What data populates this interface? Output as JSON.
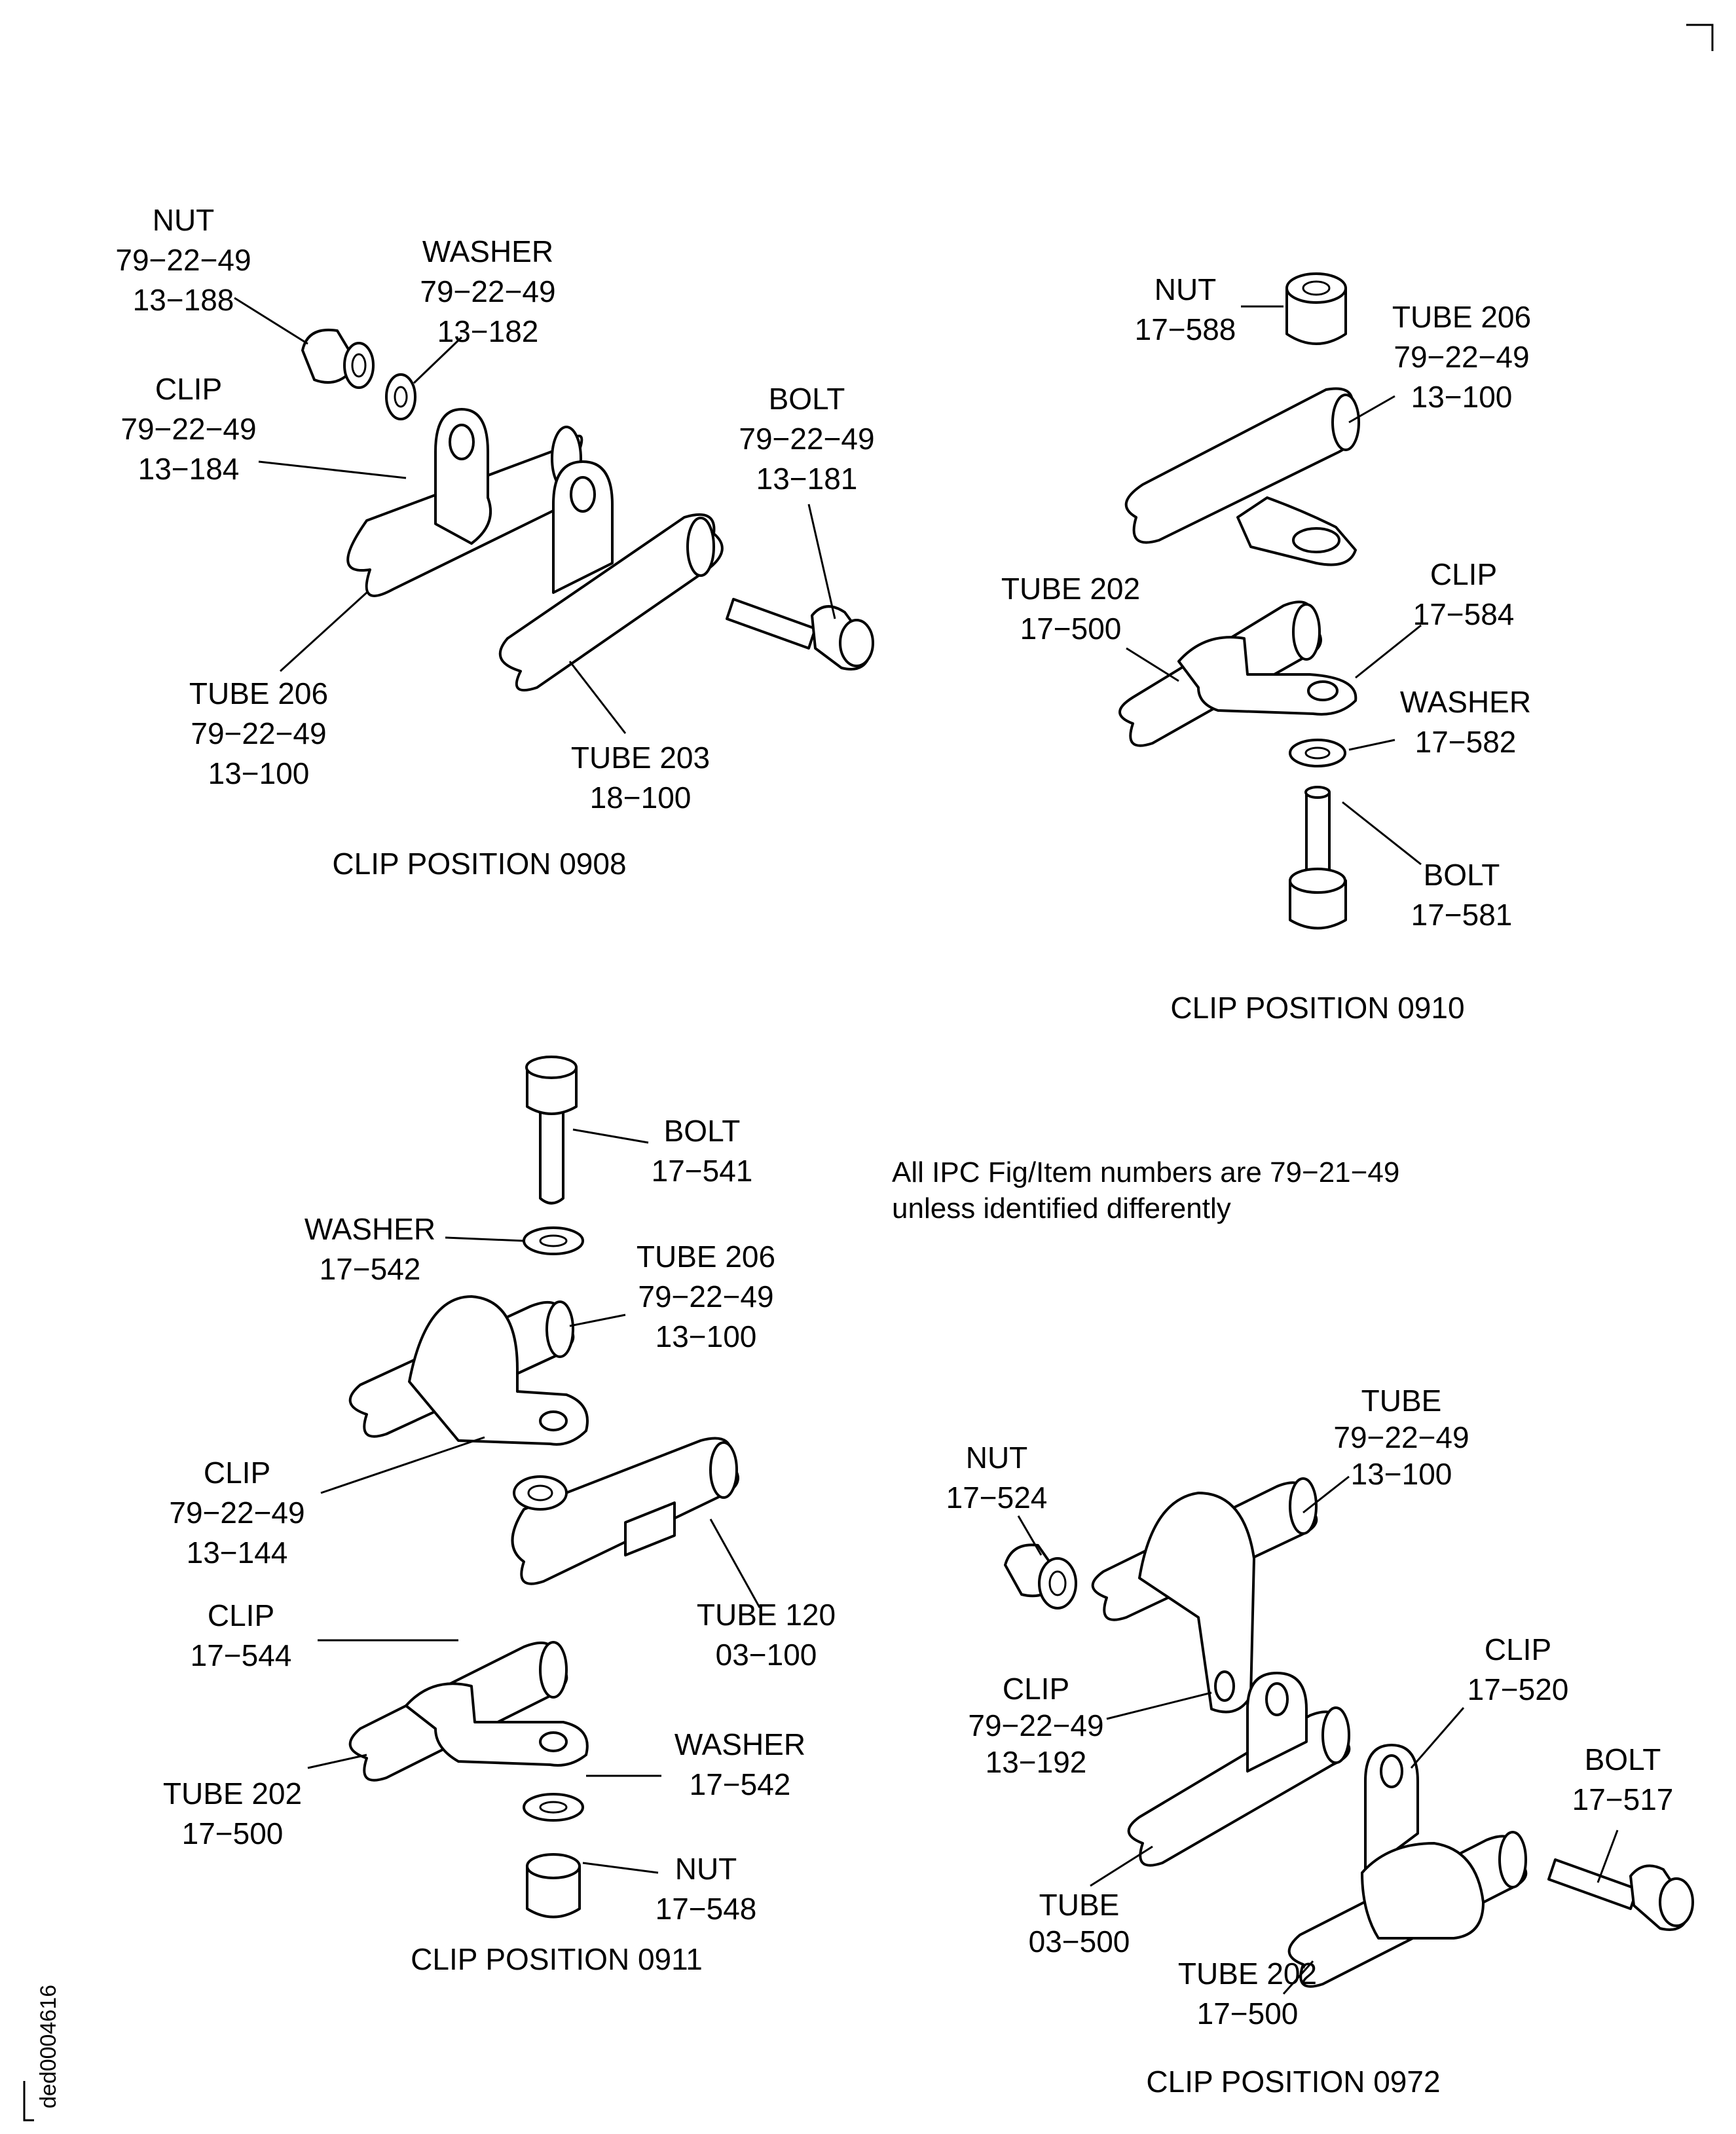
{
  "note": {
    "line1": "All IPC Fig/Item numbers are 79−21−49",
    "line2": "unless identified differently"
  },
  "drawing_number": "ded0004616",
  "groups": {
    "p0908": {
      "caption": "CLIP POSITION 0908",
      "nut": [
        "NUT",
        "79−22−49",
        "13−188"
      ],
      "washer": [
        "WASHER",
        "79−22−49",
        "13−182"
      ],
      "clip": [
        "CLIP",
        "79−22−49",
        "13−184"
      ],
      "bolt": [
        "BOLT",
        "79−22−49",
        "13−181"
      ],
      "tube206": [
        "TUBE 206",
        "79−22−49",
        "13−100"
      ],
      "tube203": [
        "TUBE 203",
        "18−100"
      ]
    },
    "p0910": {
      "caption": "CLIP POSITION 0910",
      "nut": [
        "NUT",
        "17−588"
      ],
      "tube206": [
        "TUBE 206",
        "79−22−49",
        "13−100"
      ],
      "tube202": [
        "TUBE 202",
        "17−500"
      ],
      "clip": [
        "CLIP",
        "17−584"
      ],
      "washer": [
        "WASHER",
        "17−582"
      ],
      "bolt": [
        "BOLT",
        "17−581"
      ]
    },
    "p0911": {
      "caption": "CLIP POSITION 0911",
      "bolt": [
        "BOLT",
        "17−541"
      ],
      "washer_top": [
        "WASHER",
        "17−542"
      ],
      "tube206": [
        "TUBE 206",
        "79−22−49",
        "13−100"
      ],
      "clip_a": [
        "CLIP",
        "79−22−49",
        "13−144"
      ],
      "tube120": [
        "TUBE 120",
        "03−100"
      ],
      "clip_b": [
        "CLIP",
        "17−544"
      ],
      "washer_bot": [
        "WASHER",
        "17−542"
      ],
      "tube202": [
        "TUBE 202",
        "17−500"
      ],
      "nut": [
        "NUT",
        "17−548"
      ]
    },
    "p0972": {
      "caption": "CLIP POSITION 0972",
      "tube": [
        "TUBE",
        "79−22−49",
        "13−100"
      ],
      "nut": [
        "NUT",
        "17−524"
      ],
      "clip_a": [
        "CLIP",
        "79−22−49",
        "13−192"
      ],
      "clip_b": [
        "CLIP",
        "17−520"
      ],
      "bolt": [
        "BOLT",
        "17−517"
      ],
      "tube_b": [
        "TUBE",
        "03−500"
      ],
      "tube202": [
        "TUBE 202",
        "17−500"
      ]
    }
  }
}
